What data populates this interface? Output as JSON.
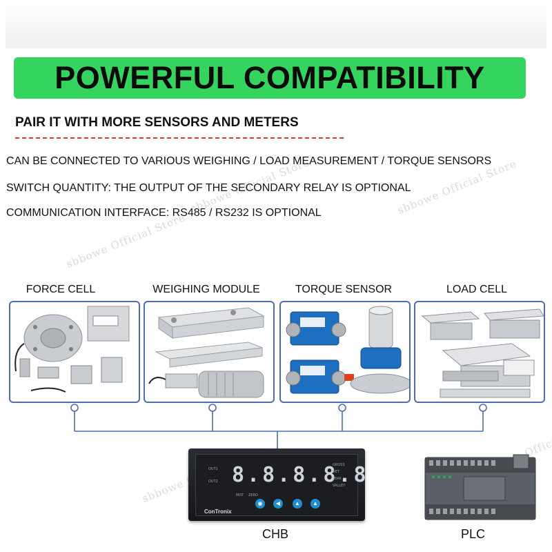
{
  "banner": {
    "title": "POWERFUL COMPATIBILITY"
  },
  "subhead": "PAIR IT WITH MORE SENSORS AND METERS",
  "features": [
    "CAN BE CONNECTED TO VARIOUS WEIGHING / LOAD MEASUREMENT / TORQUE SENSORS",
    "SWITCH QUANTITY: THE OUTPUT OF THE SECONDARY RELAY IS OPTIONAL",
    "COMMUNICATION INTERFACE: RS485 / RS232 IS OPTIONAL"
  ],
  "watermark": "sbbowe Official Store",
  "categories": [
    {
      "label": "FORCE CELL"
    },
    {
      "label": "WEIGHING MODULE"
    },
    {
      "label": "TORQUE SENSOR"
    },
    {
      "label": "LOAD CELL"
    }
  ],
  "chb_device": {
    "label": "CHB",
    "display": "8.8.8.8.8",
    "brand": "ConTronix",
    "out1": "OUT1",
    "out2": "OUT2",
    "mot": "MOT",
    "zero": "ZERO",
    "status": [
      "GROSS",
      "NET",
      "PEAK",
      "VALLEY"
    ]
  },
  "plc_device": {
    "label": "PLC"
  },
  "colors": {
    "banner_green": "#35d45e",
    "dash_red": "#d43a2a",
    "panel_border": "#4a6fb0",
    "connector_line": "#4a6fb0",
    "sensor_blue": "#1f6fc0"
  }
}
